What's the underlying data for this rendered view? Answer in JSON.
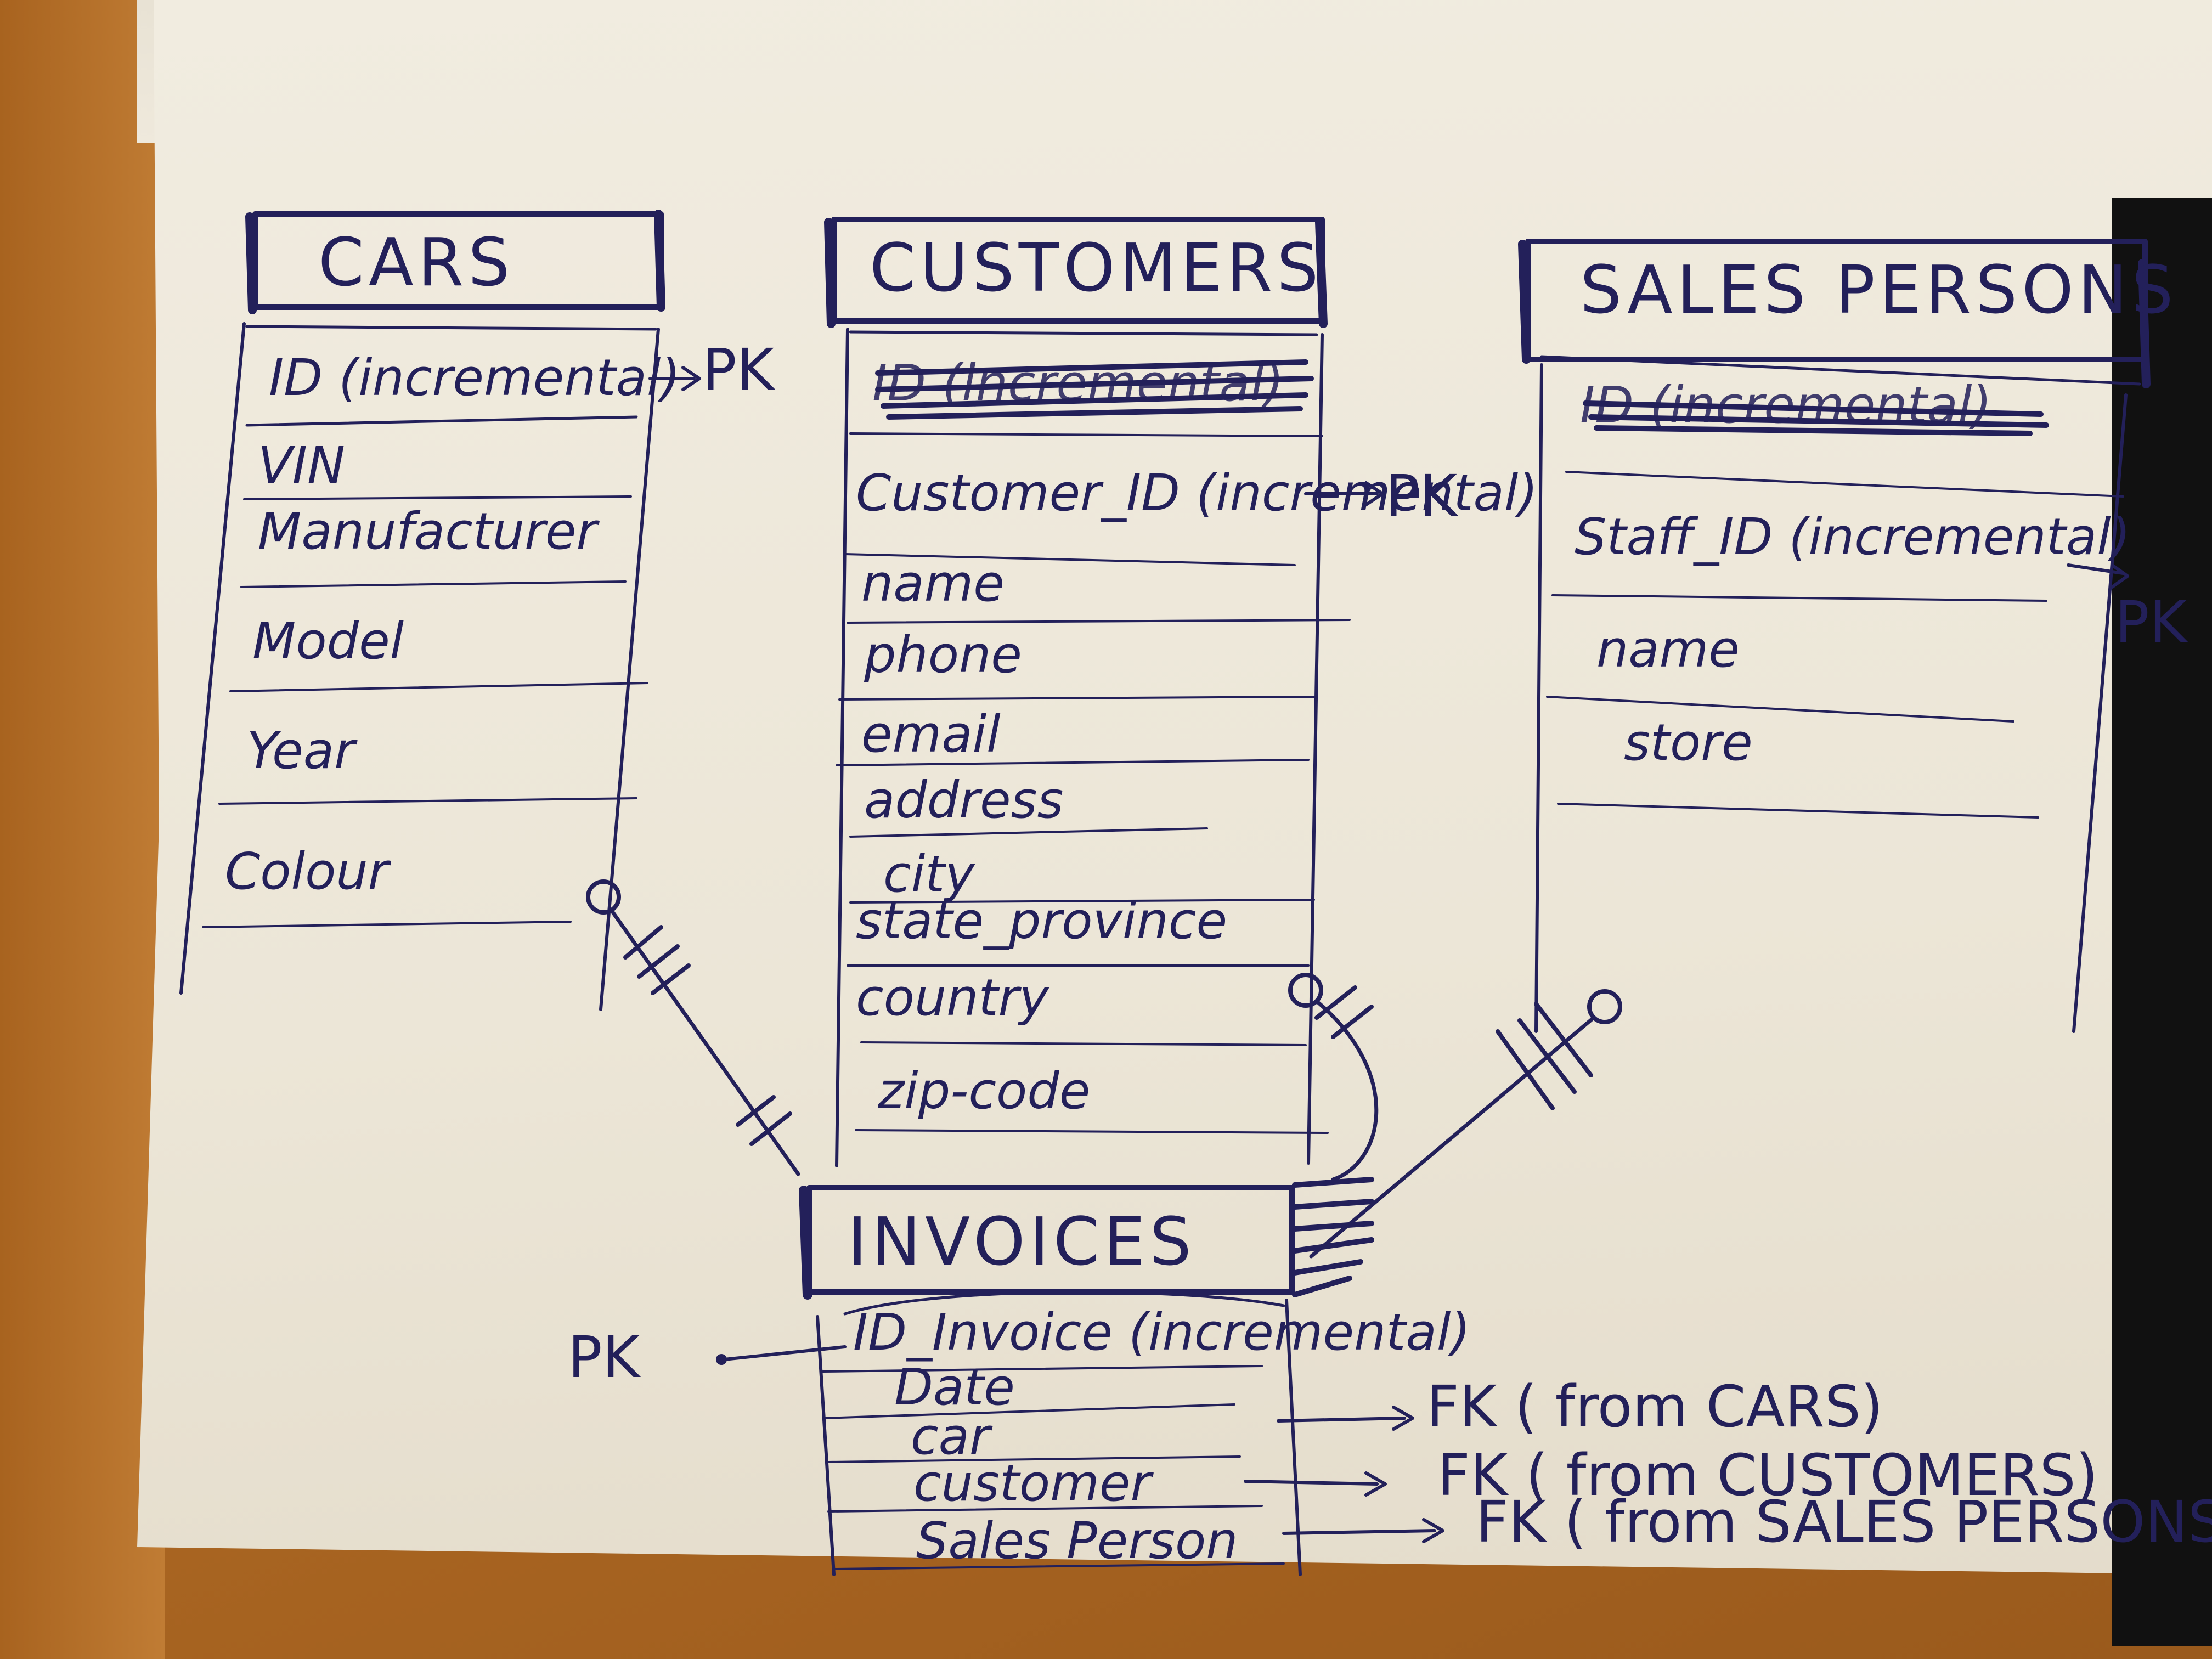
{
  "tables": [
    {
      "id": "cars",
      "title": "CARS",
      "fields": [
        "ID (incremental)",
        "VIN",
        "Manufacturer",
        "Model",
        "Year",
        "Colour"
      ]
    },
    {
      "id": "customers",
      "title": "CUSTOMERS",
      "crossed": "ID (incremental)",
      "fields": [
        "Customer_ID (incremental)",
        "name",
        "phone",
        "email",
        "address",
        "city",
        "state_province",
        "country",
        "zip-code"
      ]
    },
    {
      "id": "sales",
      "title": "SALES PERSONS",
      "crossed": "ID (incremental)",
      "fields": [
        "Staff_ID (incremental)",
        "name",
        "store"
      ]
    },
    {
      "id": "invoices",
      "title": "INVOICES",
      "fields": [
        "ID_Invoice (incremental)",
        "Date",
        "car",
        "customer",
        "Sales Person"
      ]
    }
  ],
  "annotations": {
    "cars_pk": "PK",
    "customers_pk": "PK",
    "sales_pk": "PK",
    "invoice_pk": "PK",
    "fk_cars": "FK ( from CARS)",
    "fk_customers": "FK ( from CUSTOMERS)",
    "fk_sales": "FK ( from SALES PERSONS"
  },
  "colors": {
    "ink": "#23205a",
    "paper": "#eee8db",
    "wood": "#b8762e"
  }
}
